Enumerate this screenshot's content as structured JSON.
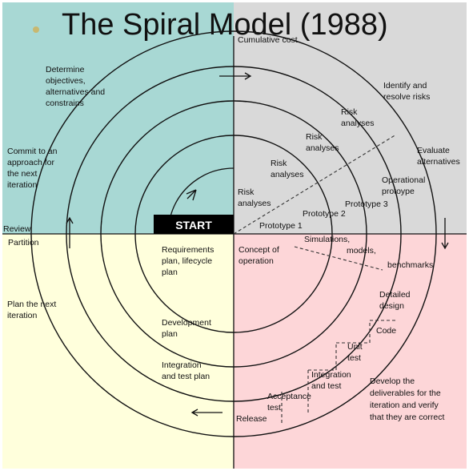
{
  "title": "The Spiral Model (1988)",
  "colors": {
    "q1": "#a8d8d4",
    "q2": "#d9d9d9",
    "q3": "#ffffdc",
    "q4": "#fdd6d8",
    "bullet": "#c8b870"
  },
  "axes": {
    "cumulative_cost": "Cumulative cost",
    "review": "Review"
  },
  "start": "START",
  "quadrants": {
    "top_left": {
      "determine": [
        "Determine",
        "objectives,",
        "alternatives and",
        "constrains"
      ],
      "commit": [
        "Commit to an",
        "approach for",
        "the next",
        "iteration"
      ]
    },
    "top_right": {
      "identify": [
        "Identify and",
        "resolve risks"
      ],
      "evaluate": [
        "Evaluate",
        "alternatives"
      ]
    },
    "bottom_left": {
      "partition": "Partition",
      "plan_next": [
        "Plan the next",
        "iteration"
      ]
    },
    "bottom_right": {
      "develop": [
        "Develop the",
        "deliverables for the",
        "iteration and verify",
        "that they are correct"
      ]
    }
  },
  "risk_analyses": [
    [
      "Risk",
      "analyses"
    ],
    [
      "Risk",
      "analyses"
    ],
    [
      "Risk",
      "analyses"
    ],
    [
      "Risk",
      "analyses"
    ]
  ],
  "prototypes": [
    "Prototype 1",
    "Prototype 2",
    "Prototype 3"
  ],
  "operational_prototype": [
    "Operational",
    "protoype"
  ],
  "plans": {
    "requirements": [
      "Requirements",
      "plan, lifecycle",
      "plan"
    ],
    "development": [
      "Development",
      "plan"
    ],
    "integration": [
      "Integration",
      "and test plan"
    ]
  },
  "development_steps": {
    "concept": [
      "Concept of",
      "operation"
    ],
    "simulations": "Simulations,",
    "models": "models,",
    "benchmarks": "benchmarks",
    "detailed_design": [
      "Detailed",
      "design"
    ],
    "code": "Code",
    "unit_test": [
      "Unit",
      "test"
    ],
    "integration_test": [
      "Integration",
      "and test"
    ],
    "acceptance_test": [
      "Acceptance",
      "test"
    ],
    "release": "Release"
  }
}
